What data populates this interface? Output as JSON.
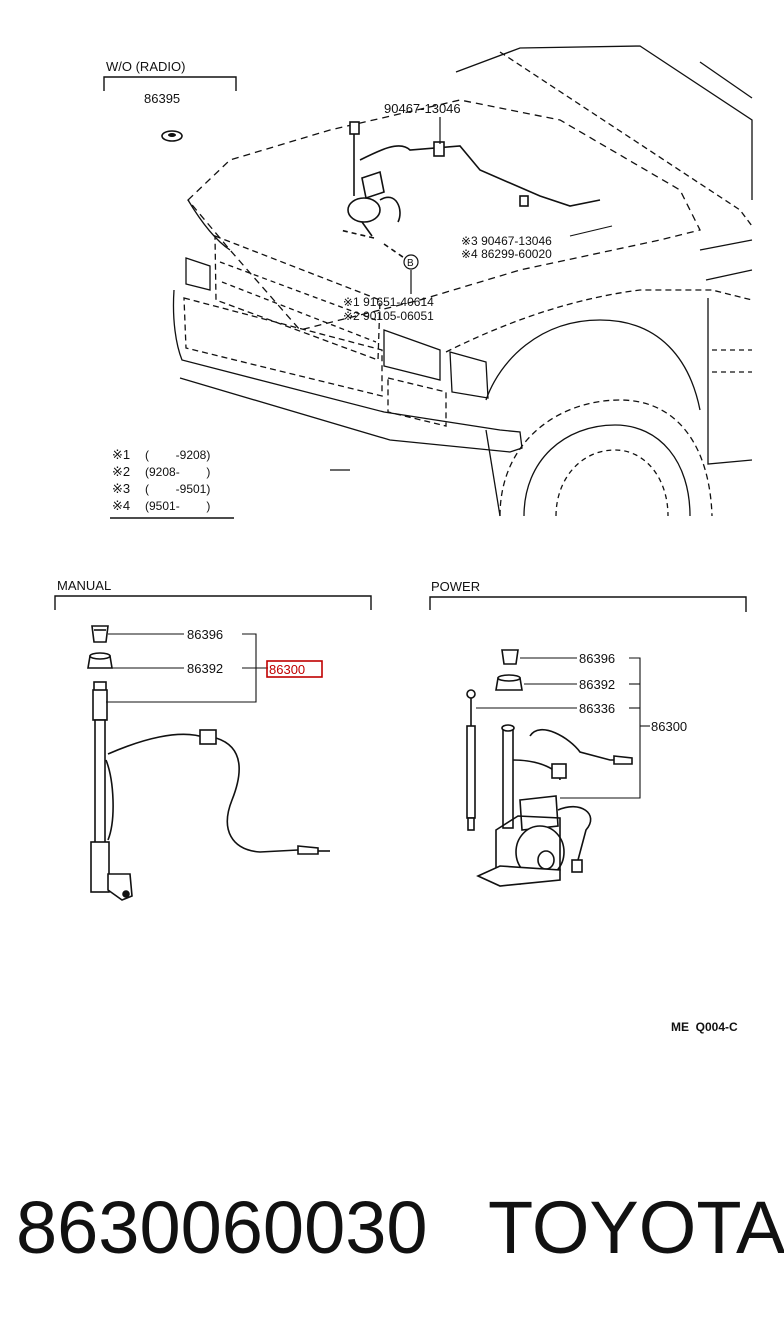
{
  "labels": {
    "wo_radio": "W/O (RADIO)",
    "p86395": "86395",
    "p90467_top": "90467-13046",
    "n3": "※3 90467-13046",
    "n4": "※4 86299-60020",
    "b_mark": "B",
    "n1": "※1 91651-40614",
    "n2": "※2 90105-06051",
    "manual": "MANUAL",
    "power": "POWER",
    "m86396": "86396",
    "m86392": "86392",
    "m86300": "86300",
    "p86396": "86396",
    "p86392": "86392",
    "p86336": "86336",
    "p86300": "86300",
    "ref_code": "ME  Q004-C"
  },
  "legend": [
    {
      "mark": "※1",
      "range": "(        -9208)"
    },
    {
      "mark": "※2",
      "range": "(9208-        )"
    },
    {
      "mark": "※3",
      "range": "(        -9501)"
    },
    {
      "mark": "※4",
      "range": "(9501-        )"
    }
  ],
  "footer": {
    "part_number": "8630060030",
    "brand": "TOYOTA"
  },
  "colors": {
    "highlight": "#c00000",
    "line": "#111111"
  }
}
